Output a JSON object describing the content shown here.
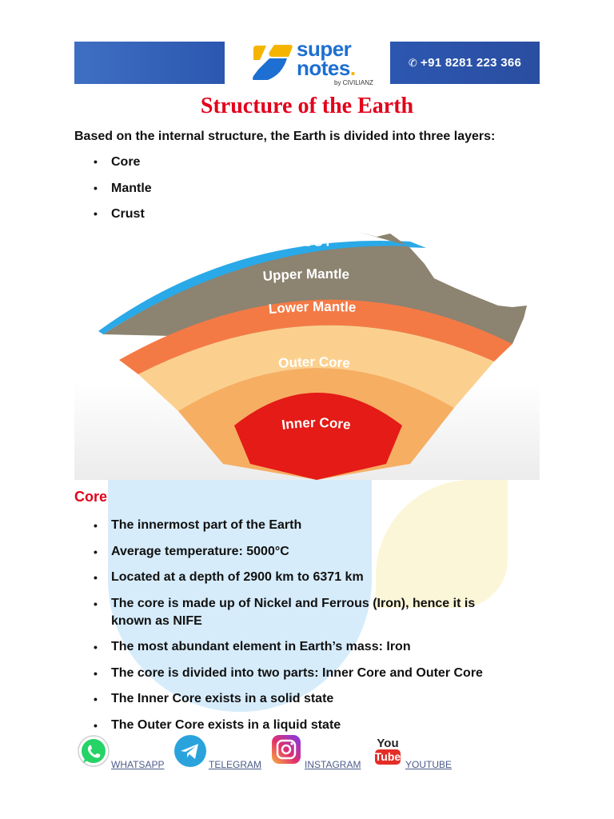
{
  "header": {
    "logo_line1": "super",
    "logo_line2": "notes",
    "logo_dot": ".",
    "logo_byline": "by CIVILIANZ",
    "phone": "+91 8281 223 366",
    "brand_blue": "#2c57b0"
  },
  "title": "Structure of the Earth",
  "intro": "Based on the internal structure, the Earth is divided into three layers:",
  "layers": [
    "Core",
    "Mantle",
    "Crust"
  ],
  "diagram": {
    "labels": {
      "crust": "CRUST",
      "upper_mantle": "Upper Mantle",
      "lower_mantle": "Lower Mantle",
      "outer_core": "Outer Core",
      "inner_core": "Inner Core"
    },
    "colors": {
      "crust": "#8c8370",
      "upper_mantle": "#f47a45",
      "lower_mantle": "#fbd08f",
      "outer_core": "#f6ae63",
      "inner_core": "#e41b17",
      "atmosphere": "#29a9e8"
    }
  },
  "core_section": {
    "heading": "Core",
    "points": [
      "The innermost part of the Earth",
      "Average temperature: 5000°C",
      "Located at a depth of 2900 km to 6371 km",
      "The core is made up of Nickel and Ferrous (Iron), hence it is known as NIFE",
      "The most abundant element in Earth’s mass: Iron",
      "The core is divided into two parts: Inner Core and Outer Core",
      "The Inner Core exists in a solid state",
      "The Outer Core exists in a liquid state"
    ]
  },
  "social": [
    {
      "label": "WHATSAPP",
      "icon": "whatsapp-icon"
    },
    {
      "label": "TELEGRAM",
      "icon": "telegram-icon"
    },
    {
      "label": "INSTAGRAM",
      "icon": "instagram-icon"
    },
    {
      "label": "YOUTUBE",
      "icon": "youtube-icon"
    }
  ]
}
